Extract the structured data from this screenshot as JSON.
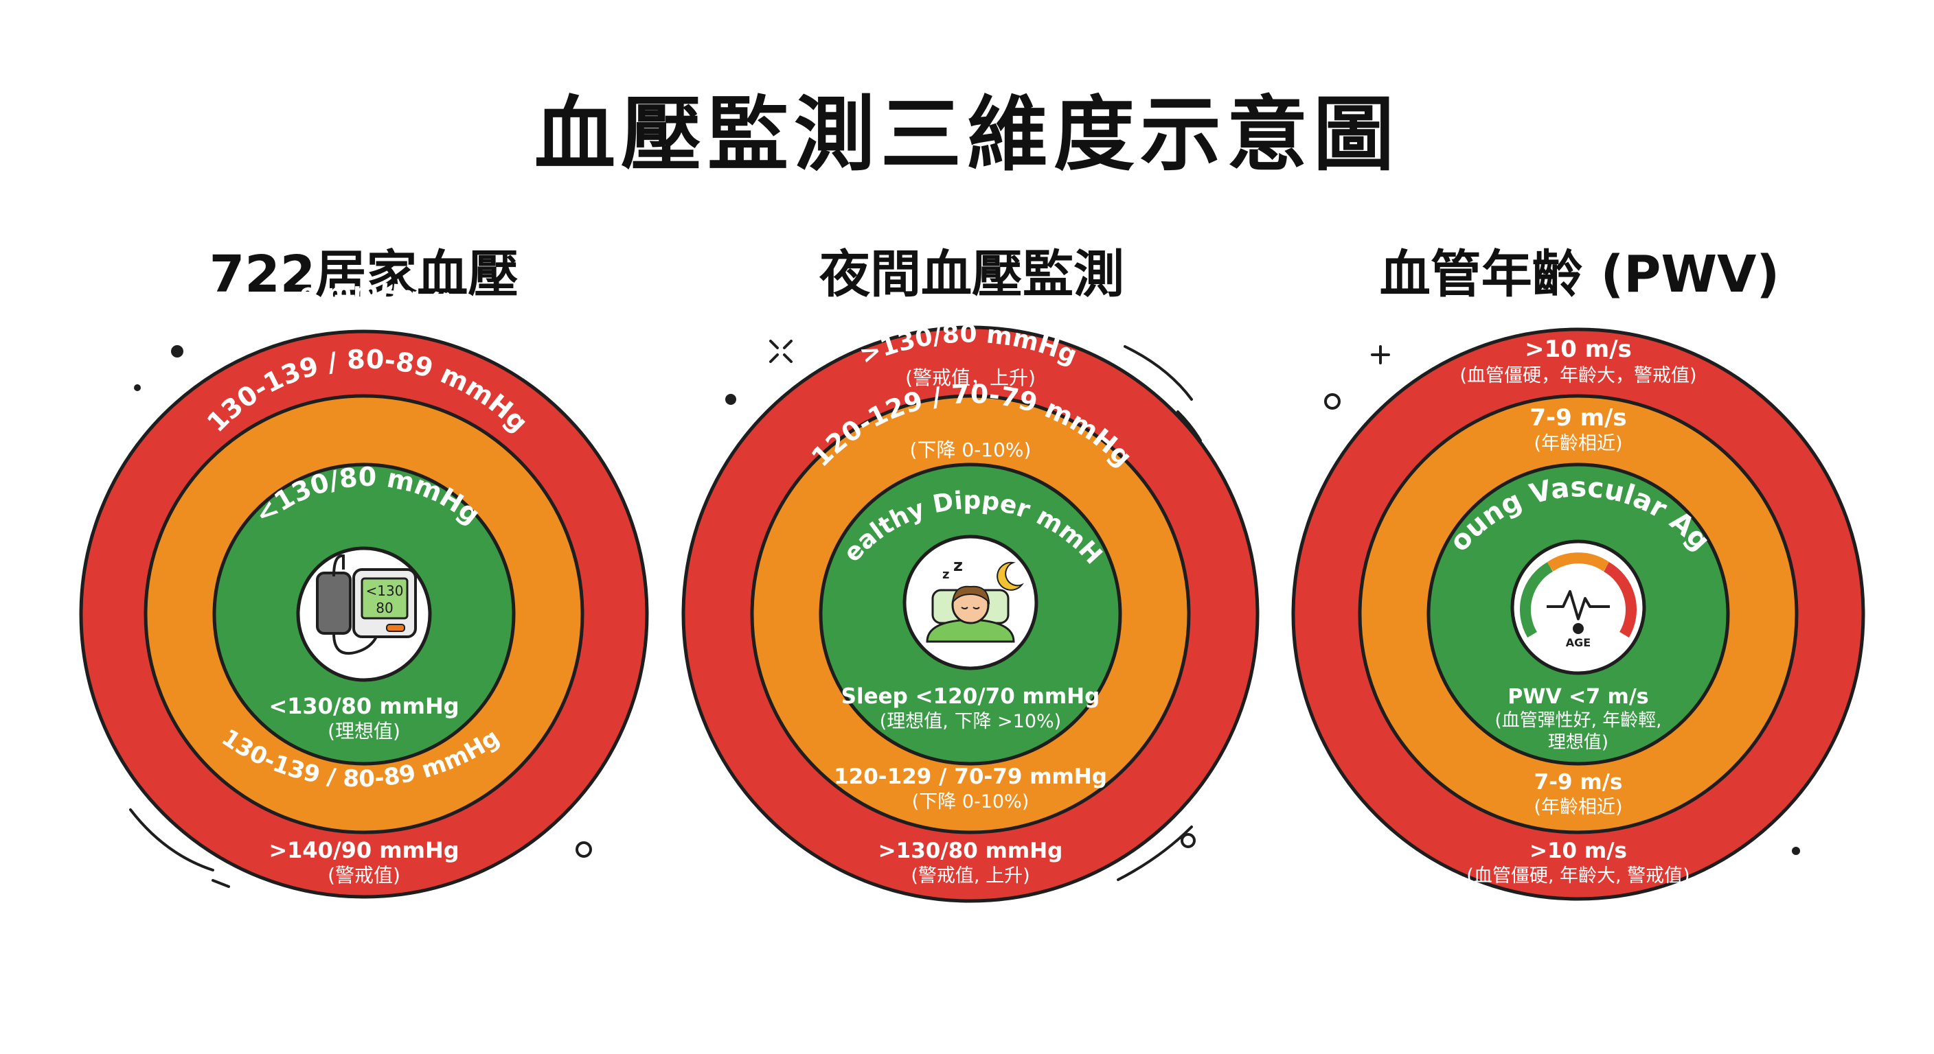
{
  "title": "血壓監測三維度示意圖",
  "colors": {
    "red": "#DE3A33",
    "orange": "#EE8E20",
    "green": "#3A9A46",
    "stroke": "#1E1E1E",
    "text": "#FFFFFF"
  },
  "panels": [
    {
      "title": "722居家血壓",
      "icon": "blood-pressure-monitor-icon",
      "icon_text": [
        "<130",
        "80"
      ],
      "outer_arc": ">140/90 mmHg (警戒值)",
      "middle_arc": "130-139 / 80-89 mmHg",
      "inner_arc": "<130/80 mmHg",
      "inner_bottom": [
        "<130/80 mmHg",
        "(理想值)"
      ],
      "middle_bottom": "130-139 / 80-89 mmHg",
      "outer_bottom": [
        ">140/90 mmHg",
        "(警戒值)"
      ]
    },
    {
      "title": "夜間血壓監測",
      "icon": "sleeping-person-icon",
      "icon_text": [
        "z",
        "z"
      ],
      "outer_arc": [
        ">130/80 mmHg",
        "(警戒值，上升)"
      ],
      "middle_arc": [
        "120-129 / 70-79 mmHg",
        "(下降 0-10%)"
      ],
      "inner_arc": "Healthy Dipper mmHg",
      "inner_bottom": [
        "Sleep <120/70 mmHg",
        "(理想值, 下降 >10%)"
      ],
      "middle_bottom": [
        "120-129 / 70-79 mmHg",
        "(下降 0-10%)"
      ],
      "outer_bottom": [
        ">130/80 mmHg",
        "(警戒值, 上升)"
      ]
    },
    {
      "title": "血管年齡 (PWV)",
      "icon": "age-gauge-icon",
      "icon_text": [
        "AGE"
      ],
      "outer_arc": [
        ">10 m/s",
        "(血管僵硬，年齡大，警戒值)"
      ],
      "middle_arc": [
        "7-9 m/s",
        "(年齡相近)"
      ],
      "inner_arc": "Young Vascular Age",
      "inner_bottom": [
        "PWV <7 m/s",
        "(血管彈性好, 年齡輕,",
        "理想值)"
      ],
      "middle_bottom": [
        "7-9 m/s",
        "(年齡相近)"
      ],
      "outer_bottom": [
        ">10 m/s",
        "(血管僵硬, 年齡大, 警戒值)"
      ]
    }
  ]
}
